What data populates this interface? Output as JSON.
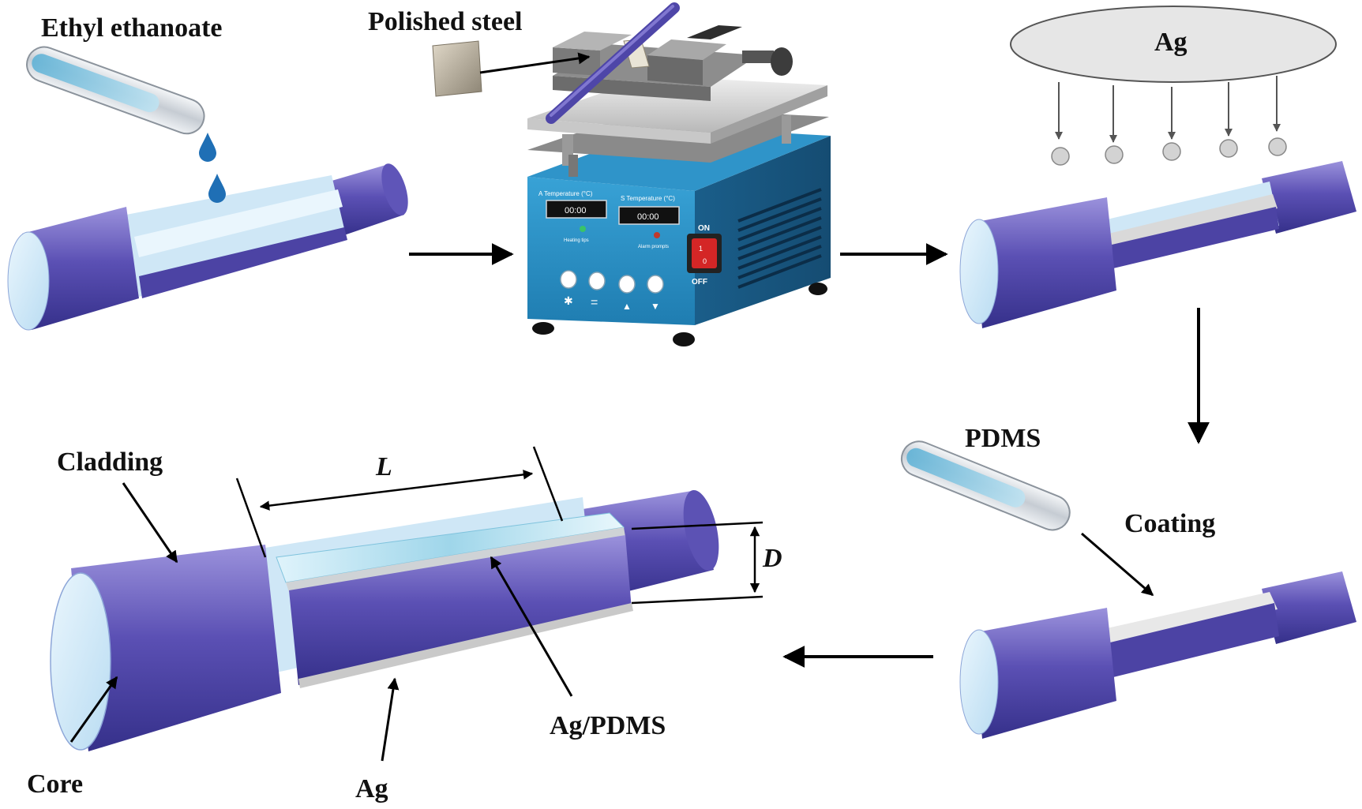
{
  "labels": {
    "ethyl_ethanoate": "Ethyl ethanoate",
    "polished_steel": "Polished steel",
    "ag_source": "Ag",
    "pdms": "PDMS",
    "coating": "Coating",
    "cladding": "Cladding",
    "core": "Core",
    "ag": "Ag",
    "ag_pdms": "Ag/PDMS",
    "length": "L",
    "diameter": "D"
  },
  "heater": {
    "a_temp_label": "A Temperature (°C)",
    "s_temp_label": "S Temperature (°C)",
    "a_display": "00:00",
    "s_display": "00:00",
    "heating_tips": "Heating tips",
    "alarm_prompts": "Alarm prompts",
    "switch_on": "ON",
    "switch_off": "OFF",
    "switch_marks": [
      "1",
      "0"
    ],
    "button_glyphs": [
      "✱",
      "=",
      "▲",
      "▼"
    ]
  },
  "colors": {
    "fiber": "#5a4fb0",
    "fiber_dark": "#3d3590",
    "core": "#d6ecf8",
    "arrow": "#000000",
    "heater_body": "#2b8fc4"
  }
}
